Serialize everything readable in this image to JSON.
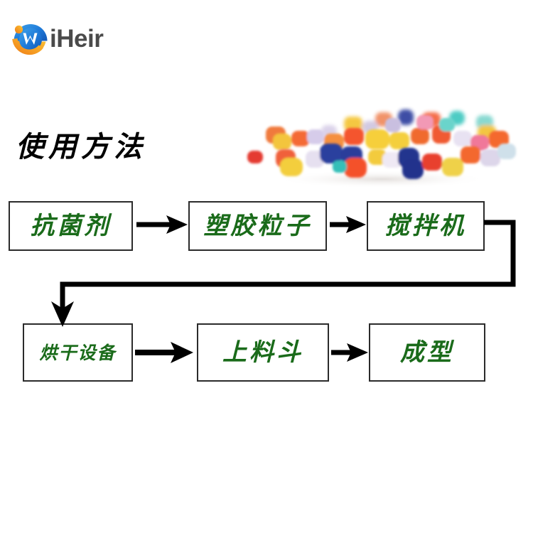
{
  "brand": {
    "name": "iHeir",
    "logo_icon": "iheir-circular-swoosh-logo",
    "colors": {
      "blue_dark": "#1666cf",
      "blue_light": "#3f9fe8",
      "orange_dark": "#ef7d18",
      "orange_light": "#f7b32a",
      "text_gray": "#4a4a4a"
    }
  },
  "section": {
    "title": "使用方法"
  },
  "photo": {
    "caption": "plastic-pellets-photo",
    "alt": "彩色塑胶粒子"
  },
  "colors": {
    "box_border": "#2b2b2b",
    "box_text": "#1a6b1a",
    "arrow": "#000000",
    "background": "#ffffff"
  },
  "flow": {
    "steps": [
      {
        "id": "antibacterial-agent",
        "label": "抗菌剂",
        "row": 1,
        "order": 1
      },
      {
        "id": "plastic-pellets",
        "label": "塑胶粒子",
        "row": 1,
        "order": 2
      },
      {
        "id": "mixer",
        "label": "搅拌机",
        "row": 1,
        "order": 3
      },
      {
        "id": "drying-equipment",
        "label": "烘干设备",
        "row": 2,
        "order": 4
      },
      {
        "id": "feeding-hopper",
        "label": "上料斗",
        "row": 2,
        "order": 5
      },
      {
        "id": "molding",
        "label": "成型",
        "row": 2,
        "order": 6
      }
    ],
    "connectors": [
      {
        "from": "antibacterial-agent",
        "to": "plastic-pellets",
        "kind": "straight-right"
      },
      {
        "from": "plastic-pellets",
        "to": "mixer",
        "kind": "straight-right"
      },
      {
        "from": "mixer",
        "to": "drying-equipment",
        "kind": "wrap-down-left"
      },
      {
        "from": "drying-equipment",
        "to": "feeding-hopper",
        "kind": "straight-right"
      },
      {
        "from": "feeding-hopper",
        "to": "molding",
        "kind": "straight-right"
      }
    ]
  }
}
